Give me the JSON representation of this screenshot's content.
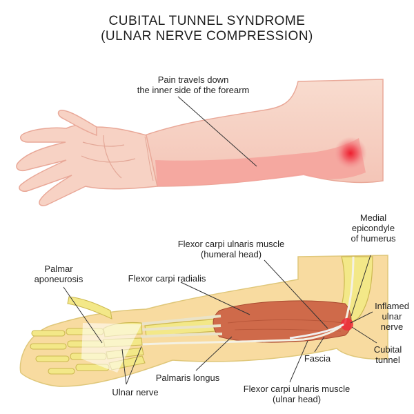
{
  "title": {
    "line1": "CUBITAL TUNNEL SYNDROME",
    "line2": "(ULNAR NERVE COMPRESSION)"
  },
  "top_diagram": {
    "pain_label_line1": "Pain travels down",
    "pain_label_line2": "the inner side of the forearm"
  },
  "bottom_diagram": {
    "labels": {
      "medial_epicondyle": [
        "Medial",
        "epicondyle",
        "of humerus"
      ],
      "fcu_humeral": [
        "Flexor carpi ulnaris muscle",
        "(humeral head)"
      ],
      "palmar_aponeurosis": [
        "Palmar",
        "aponeurosis"
      ],
      "flexor_carpi_radialis": "Flexor carpi radialis",
      "inflamed_ulnar_nerve": [
        "Inflamed",
        "ulnar",
        "nerve"
      ],
      "cubital_tunnel": [
        "Cubital",
        "tunnel"
      ],
      "fascia": "Fascia",
      "palmaris_longus": "Palmaris longus",
      "ulnar_nerve": "Ulnar nerve",
      "fcu_ulnar": [
        "Flexor carpi ulnaris muscle",
        "(ulnar head)"
      ]
    }
  },
  "colors": {
    "skin": "#f6cfc2",
    "skin_outline": "#e9a898",
    "pain_band": "#f3a19b",
    "pain_spot": "#ee2b3a",
    "bone": "#f3e888",
    "bone_outline": "#cbb850",
    "muscle": "#cf6a4a",
    "limb_bottom": "#f7d79a"
  }
}
